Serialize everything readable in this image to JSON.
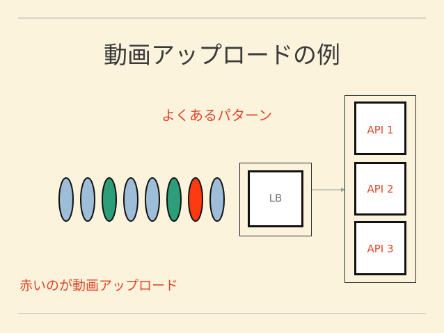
{
  "title": "動画アップロードの例",
  "subtitle": "よくあるパターン",
  "caption": "赤いのが動画アップロード",
  "load_balancer": {
    "label": "LB"
  },
  "servers": [
    {
      "label": "API 1"
    },
    {
      "label": "API 2"
    },
    {
      "label": "API 3"
    }
  ],
  "requests": [
    {
      "kind": "normal"
    },
    {
      "kind": "normal"
    },
    {
      "kind": "alt"
    },
    {
      "kind": "normal"
    },
    {
      "kind": "normal"
    },
    {
      "kind": "alt"
    },
    {
      "kind": "upload"
    },
    {
      "kind": "normal"
    }
  ],
  "colors": {
    "normal": "#9dbdd8",
    "alt": "#2e9e7a",
    "upload": "#ff3a10",
    "text_red": "#e0462a"
  }
}
